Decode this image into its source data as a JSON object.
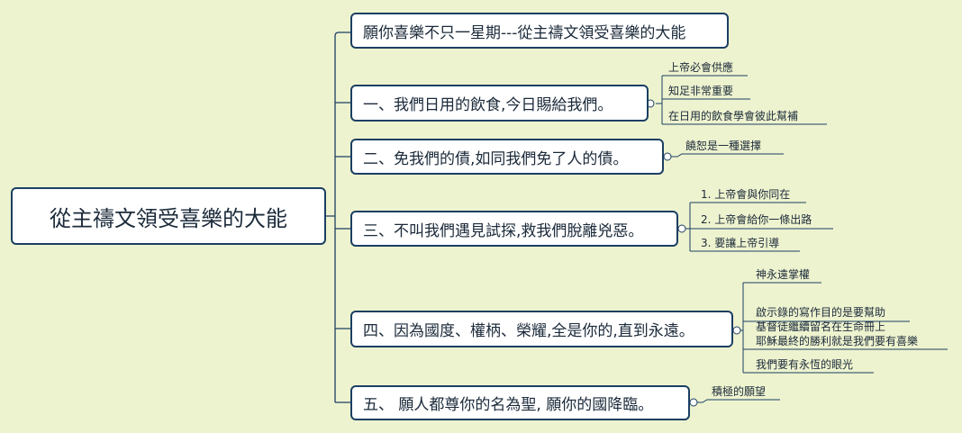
{
  "colors": {
    "background": "#eef3cf",
    "node_border": "#1b3f63",
    "node_fill": "#ffffff",
    "text": "#1b2a3a"
  },
  "root": {
    "label": "從主禱文領受喜樂的大能"
  },
  "branches": [
    {
      "label": "願你喜樂不只一星期---從主禱文領受喜樂的大能",
      "children": []
    },
    {
      "label": "一、我們日用的飲食,今日賜給我們。",
      "children": [
        "上帝必會供應",
        "知足非常重要",
        "在日用的飲食學會彼此幫補"
      ]
    },
    {
      "label": "二、免我們的債,如同我們免了人的債。",
      "children": [
        "饒恕是一種選擇"
      ]
    },
    {
      "label": "三、不叫我們遇見試探,救我們脫離兇惡。",
      "children": [
        "1. 上帝會與你同在",
        "2. 上帝會給你一條出路",
        "3. 要讓上帝引導"
      ]
    },
    {
      "label": "四、因為國度、權柄、榮耀,全是你的,直到永遠。",
      "children": [
        "神永遠掌權",
        "啟示錄的寫作目的是要幫助\n基督徒繼續留名在生命冊上",
        "耶穌最終的勝利就是我們要有喜樂",
        "我們要有永恆的眼光"
      ]
    },
    {
      "label": "五、 願人都尊你的名為聖, 願你的國降臨。",
      "children": [
        "積極的願望"
      ]
    }
  ]
}
